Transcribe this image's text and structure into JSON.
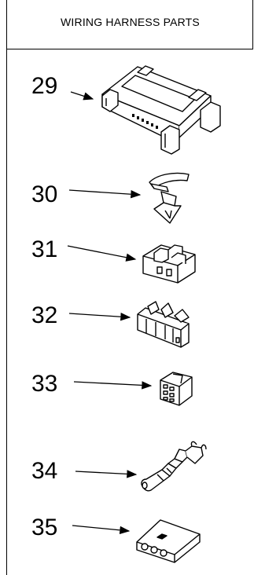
{
  "header": {
    "title": "WIRING HARNESS PARTS"
  },
  "parts": [
    {
      "number": "29",
      "icon": "connector-housing-large-icon"
    },
    {
      "number": "30",
      "icon": "wire-clip-icon"
    },
    {
      "number": "31",
      "icon": "connector-3-pin-icon"
    },
    {
      "number": "32",
      "icon": "connector-multi-pin-icon"
    },
    {
      "number": "33",
      "icon": "connector-6-pin-icon"
    },
    {
      "number": "34",
      "icon": "terminal-icon"
    },
    {
      "number": "35",
      "icon": "connector-2-pin-icon"
    }
  ]
}
